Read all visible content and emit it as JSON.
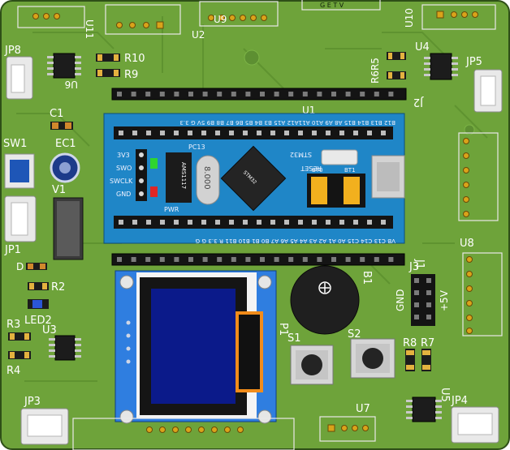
{
  "board": {
    "pcb_color": "#6ea33a",
    "mcu_board_color": "#1f86c7",
    "header_labels": {
      "u11": "U11",
      "u2": "U2",
      "u9": "U9",
      "u10": "U10",
      "gndtv": "G E T V",
      "jp8": "JP8",
      "u6": "U6",
      "r10": "R10",
      "r9": "R9",
      "r6r5": "R6R5",
      "u4": "U4",
      "jp5": "JP5",
      "j2": "J2",
      "u1": "U1",
      "c1": "C1",
      "sw1": "SW1",
      "ec1": "EC1",
      "v1": "V1",
      "jp1": "JP1",
      "r2": "R2",
      "led2": "LED2",
      "r3": "R3",
      "r4": "R4",
      "u3": "U3",
      "j1": "J1",
      "j3": "J3",
      "gnd": "GND",
      "p5v": "+5V",
      "u8": "U8",
      "b1": "B1",
      "s1": "S1",
      "s2": "S2",
      "r8": "R8",
      "r7": "R7",
      "u5": "U5",
      "jp3": "JP3",
      "jp4": "JP4",
      "u7": "U7",
      "p1": "P1",
      "d": "D"
    },
    "mcu": {
      "top_pins": "B12 B13 B14 B15 A8 A9 A10 A11A12 A15 B3 B4 B5 B6 B7 B8 B9 5V G 3.3",
      "bottom_pins": "VB C13 C14 C15 A0 A1 A2 A3 A4 A5 A6 A7 B0 B1 B10 B11 R 3.3 G G",
      "pc13": "PC13",
      "pwr": "PWR",
      "side_3v3": "3V3",
      "side_swo": "SWO",
      "side_swclk": "SWCLK",
      "side_gnd": "GND",
      "crystal": "8.000",
      "chip": "STM32",
      "reset": "RESET",
      "bt0": "BT0",
      "bt1": "BT1",
      "ldo": "AMS1117"
    }
  }
}
